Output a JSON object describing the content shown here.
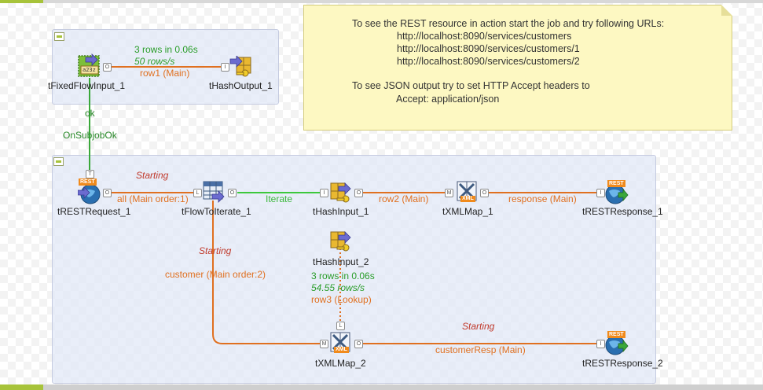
{
  "note": {
    "lines": [
      "To see the REST resource in action start the job and try following URLs:",
      "http://localhost:8090/services/customers",
      "http://localhost:8090/services/customers/1",
      "http://localhost:8090/services/customers/2",
      "To see JSON output try to set HTTP Accept headers to",
      "Accept: application/json"
    ]
  },
  "components": {
    "fixed_input": "tFixedFlowInput_1",
    "hash_output": "tHashOutput_1",
    "rest_request": "tRESTRequest_1",
    "flow_iterate": "tFlowToIterate_1",
    "hash_input_1": "tHashInput_1",
    "xml_map_1": "tXMLMap_1",
    "rest_response_1": "tRESTResponse_1",
    "hash_input_2": "tHashInput_2",
    "xml_map_2": "tXMLMap_2",
    "rest_response_2": "tRESTResponse_2"
  },
  "links": {
    "row1": "row1 (Main)",
    "row1_stats_rows": "3 rows in 0.06s",
    "row1_stats_rate": "50 rows/s",
    "ok": "ok",
    "on_subjob_ok": "OnSubjobOk",
    "all": "all (Main order:1)",
    "iterate": "Iterate",
    "row2": "row2 (Main)",
    "response": "response (Main)",
    "customer": "customer (Main order:2)",
    "row3_stats_rows": "3 rows in 0.06s",
    "row3_stats_rate": "54.55 rows/s",
    "row3": "row3 (Lookup)",
    "customer_resp": "customerResp (Main)",
    "starting_1": "Starting",
    "starting_2": "Starting",
    "starting_3": "Starting"
  },
  "ports": {
    "o": "O",
    "i": "I",
    "l": "L",
    "m": "M",
    "t": "T"
  },
  "icons": {
    "rest_badge": "REST",
    "xml_badge": "XML",
    "fixed_input_digits": "a23z"
  },
  "colors": {
    "main_flow": "#e07020",
    "iterate_flow": "#3cc83c",
    "subjob_bg": "#e2e8f7",
    "note_bg": "#fdf8c2",
    "accent": "#a7c33a"
  }
}
